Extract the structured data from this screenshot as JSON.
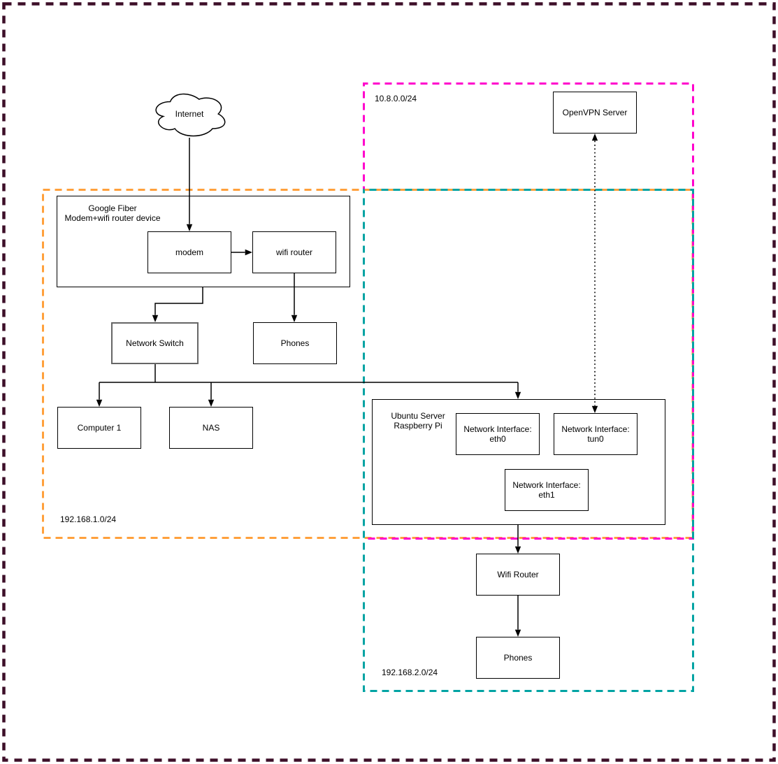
{
  "border_color": "#3D0F28",
  "subnets": {
    "vpn": {
      "label": "10.8.0.0/24",
      "color": "#FF00CC"
    },
    "lan1": {
      "label": "192.168.1.0/24",
      "color": "#FFA03C"
    },
    "lan2": {
      "label": "192.168.2.0/24",
      "color": "#00A3A3"
    }
  },
  "nodes": {
    "internet": "Internet",
    "google_fiber": "Google Fiber\nModem+wifi router device",
    "modem": "modem",
    "wifi_router": "wifi router",
    "network_switch": "Network Switch",
    "phones_lan1": "Phones",
    "computer_1": "Computer 1",
    "nas": "NAS",
    "openvpn_server": "OpenVPN Server",
    "ubuntu_server": "Ubuntu Server\nRaspberry Pi",
    "eth0": "Network Interface:\neth0",
    "tun0": "Network Interface:\ntun0",
    "eth1": "Network Interface:\neth1",
    "wifi_router_lan2": "Wifi Router",
    "phones_lan2": "Phones"
  }
}
